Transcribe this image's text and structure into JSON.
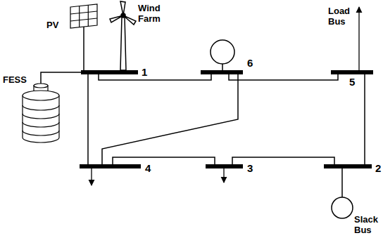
{
  "diagram": {
    "nodes": [
      {
        "text": [
          "1"
        ]
      },
      {
        "text": [
          "6"
        ]
      },
      {
        "text": [
          "5"
        ]
      },
      {
        "text": [
          "4"
        ]
      },
      {
        "text": [
          "3"
        ]
      },
      {
        "text": [
          "2"
        ]
      }
    ],
    "edges": [
      {
        "from": 0,
        "to": 1,
        "arrow": "none"
      },
      {
        "from": 1,
        "to": 2,
        "arrow": "none"
      },
      {
        "from": 2,
        "to": 5,
        "arrow": "none"
      },
      {
        "from": 5,
        "to": 4,
        "arrow": "none"
      },
      {
        "from": 4,
        "to": 3,
        "arrow": "none"
      },
      {
        "from": 3,
        "to": 0,
        "arrow": "none"
      },
      {
        "from": 1,
        "to": 3,
        "arrow": "none"
      }
    ],
    "labels": [
      "PV",
      "Wind Farm",
      "FESS",
      "Load Bus",
      "Slack Bus"
    ]
  }
}
